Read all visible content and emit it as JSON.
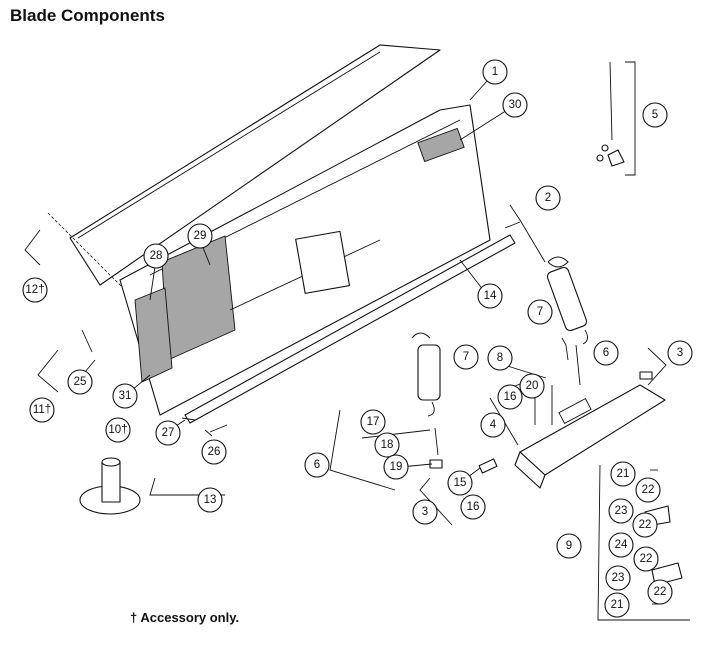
{
  "title": "Blade Components",
  "footnote": "† Accessory only.",
  "callouts": [
    {
      "label": "1"
    },
    {
      "label": "30"
    },
    {
      "label": "5"
    },
    {
      "label": "2"
    },
    {
      "label": "29"
    },
    {
      "label": "28"
    },
    {
      "label": "12†"
    },
    {
      "label": "14"
    },
    {
      "label": "7"
    },
    {
      "label": "7"
    },
    {
      "label": "25"
    },
    {
      "label": "11†"
    },
    {
      "label": "31"
    },
    {
      "label": "3"
    },
    {
      "label": "6"
    },
    {
      "label": "8"
    },
    {
      "label": "20"
    },
    {
      "label": "16"
    },
    {
      "label": "10†"
    },
    {
      "label": "27"
    },
    {
      "label": "26"
    },
    {
      "label": "17"
    },
    {
      "label": "18"
    },
    {
      "label": "19"
    },
    {
      "label": "6"
    },
    {
      "label": "4"
    },
    {
      "label": "13"
    },
    {
      "label": "15"
    },
    {
      "label": "16"
    },
    {
      "label": "3"
    },
    {
      "label": "21"
    },
    {
      "label": "22"
    },
    {
      "label": "23"
    },
    {
      "label": "22"
    },
    {
      "label": "9"
    },
    {
      "label": "24"
    },
    {
      "label": "22"
    },
    {
      "label": "23"
    },
    {
      "label": "22"
    },
    {
      "label": "21"
    }
  ]
}
